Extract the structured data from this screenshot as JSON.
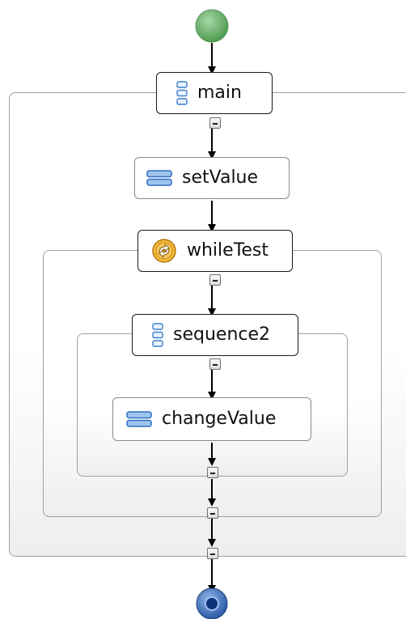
{
  "process": {
    "start_event": "start-node",
    "end_event": "end-node",
    "main": {
      "label": "main",
      "icon": "sequence-icon"
    },
    "set_value": {
      "label": "setValue",
      "icon": "assign-icon"
    },
    "while_test": {
      "label": "whileTest",
      "icon": "while-loop-icon"
    },
    "sequence2": {
      "label": "sequence2",
      "icon": "sequence-icon"
    },
    "change_value": {
      "label": "changeValue",
      "icon": "assign-icon"
    }
  },
  "colors": {
    "start": "#6ab06a",
    "end": "#2a5aa8",
    "assign_icon": "#3c7fd0",
    "while_icon": "#e8a820"
  }
}
